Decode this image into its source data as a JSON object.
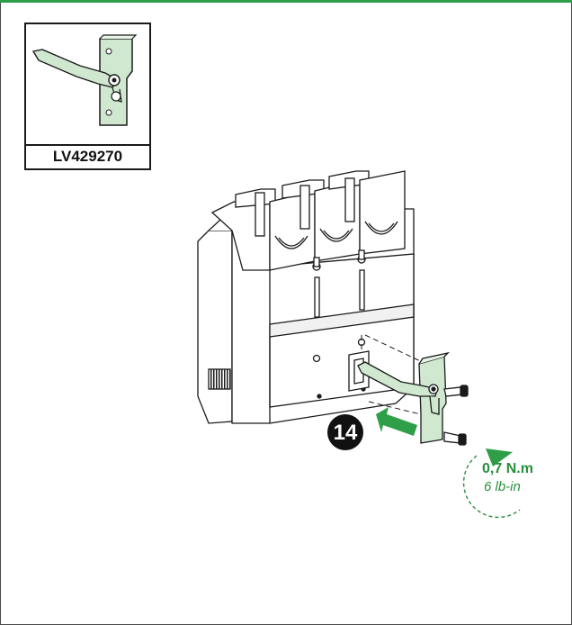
{
  "kit": {
    "reference": "LV429270"
  },
  "step": {
    "number": "14"
  },
  "torque": {
    "metric": "0,7 N.m",
    "imperial": "6 lb-in"
  },
  "colors": {
    "accent_green": "#2e9e48",
    "text_green": "#2a8f3e",
    "outline": "#1a1a1a",
    "part_fill": "#cfe8cf",
    "badge": "#111111"
  },
  "icons": {
    "step_badge": "numbered-step-badge-icon",
    "insert_arrow": "insert-direction-arrow-icon",
    "torque_arrow": "torque-rotation-arrow-icon"
  }
}
